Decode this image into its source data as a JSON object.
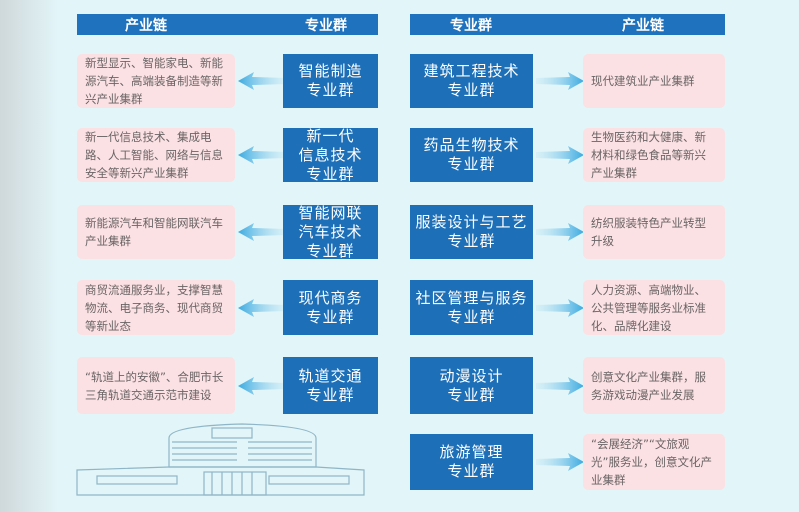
{
  "left": {
    "header": {
      "chain": "产业链",
      "group": "专业群"
    },
    "rows": [
      {
        "group": "智能制造\n专业群",
        "chain": "新型显示、智能家电、新能源汽车、高端装备制造等新兴产业集群"
      },
      {
        "group": "新一代\n信息技术\n专业群",
        "chain": "新一代信息技术、集成电路、人工智能、网络与信息安全等新兴产业集群"
      },
      {
        "group": "智能网联\n汽车技术\n专业群",
        "chain": "新能源汽车和智能网联汽车产业集群"
      },
      {
        "group": "现代商务\n专业群",
        "chain": "商贸流通服务业，支撑智慧物流、电子商务、现代商贸等新业态"
      },
      {
        "group": "轨道交通\n专业群",
        "chain": "“轨道上的安徽”、合肥市长三角轨道交通示范市建设"
      }
    ]
  },
  "right": {
    "header": {
      "group": "专业群",
      "chain": "产业链"
    },
    "rows": [
      {
        "group": "建筑工程技术\n专业群",
        "chain": "现代建筑业产业集群"
      },
      {
        "group": "药品生物技术\n专业群",
        "chain": "生物医药和大健康、新材料和绿色食品等新兴产业集群"
      },
      {
        "group": "服装设计与工艺\n专业群",
        "chain": "纺织服装特色产业转型升级"
      },
      {
        "group": "社区管理与服务\n专业群",
        "chain": "人力资源、高端物业、公共管理等服务业标准化、品牌化建设"
      },
      {
        "group": "动漫设计\n专业群",
        "chain": "创意文化产业集群，服务游戏动漫产业发展"
      },
      {
        "group": "旅游管理\n专业群",
        "chain": "“会展经济”“文旅观光”服务业，创意文化产业集群"
      }
    ]
  },
  "colors": {
    "blue": "#1d6fb8",
    "pink": "#fbe1e3",
    "background": "#e2f5f8",
    "arrow": "#5ab8e6"
  }
}
